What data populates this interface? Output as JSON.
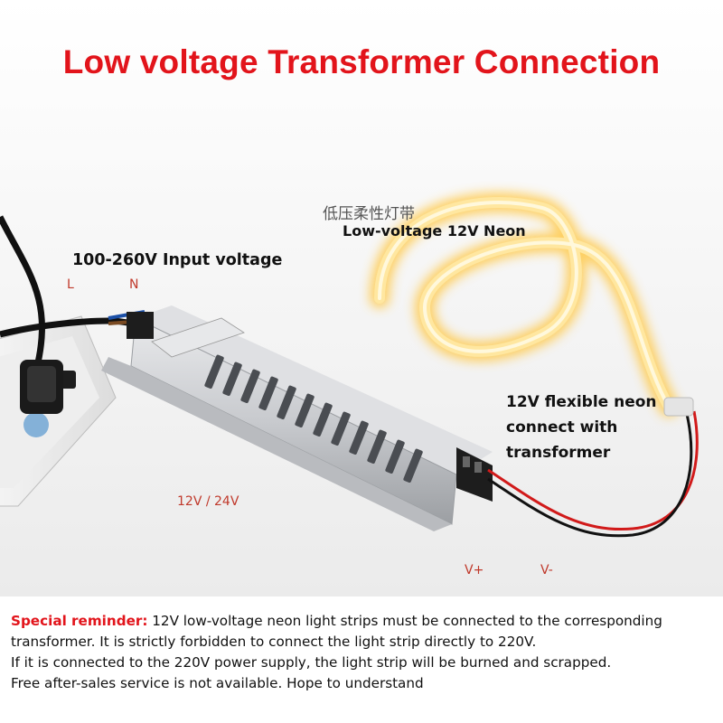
{
  "title": "Low voltage Transformer Connection",
  "labels": {
    "chinese": "低压柔性灯带",
    "neon": "Low-voltage 12V Neon",
    "input_voltage": "100-260V Input voltage",
    "l": "L",
    "n": "N",
    "connect_1": "12V flexible neon",
    "connect_2": "connect with",
    "connect_3": "transformer",
    "voltage_out": "12V / 24V",
    "v_plus": "V+",
    "v_minus": "V-"
  },
  "reminder": {
    "highlight": "Special reminder:",
    "line1": " 12V low-voltage neon light strips must be connected to the corresponding",
    "line2": "transformer. It is strictly forbidden to connect the light strip directly to 220V.",
    "line3": " If it is connected to the 220V power supply, the light strip will be burned and scrapped.",
    "line4": "Free after-sales service is not available. Hope to understand"
  },
  "colors": {
    "title": "#e2141b",
    "neon_glow": "#ffd97a",
    "neon_core": "#fff6cf",
    "wire_red": "#d11a1a",
    "wire_black": "#111111",
    "case": "#c9cbce",
    "socket": "#f3f3f3"
  },
  "icons": {
    "power_strip": "power-strip-icon",
    "plug": "plug-icon",
    "transformer": "transformer-icon",
    "neon_strip": "neon-strip-icon",
    "terminal": "terminal-block-icon"
  }
}
